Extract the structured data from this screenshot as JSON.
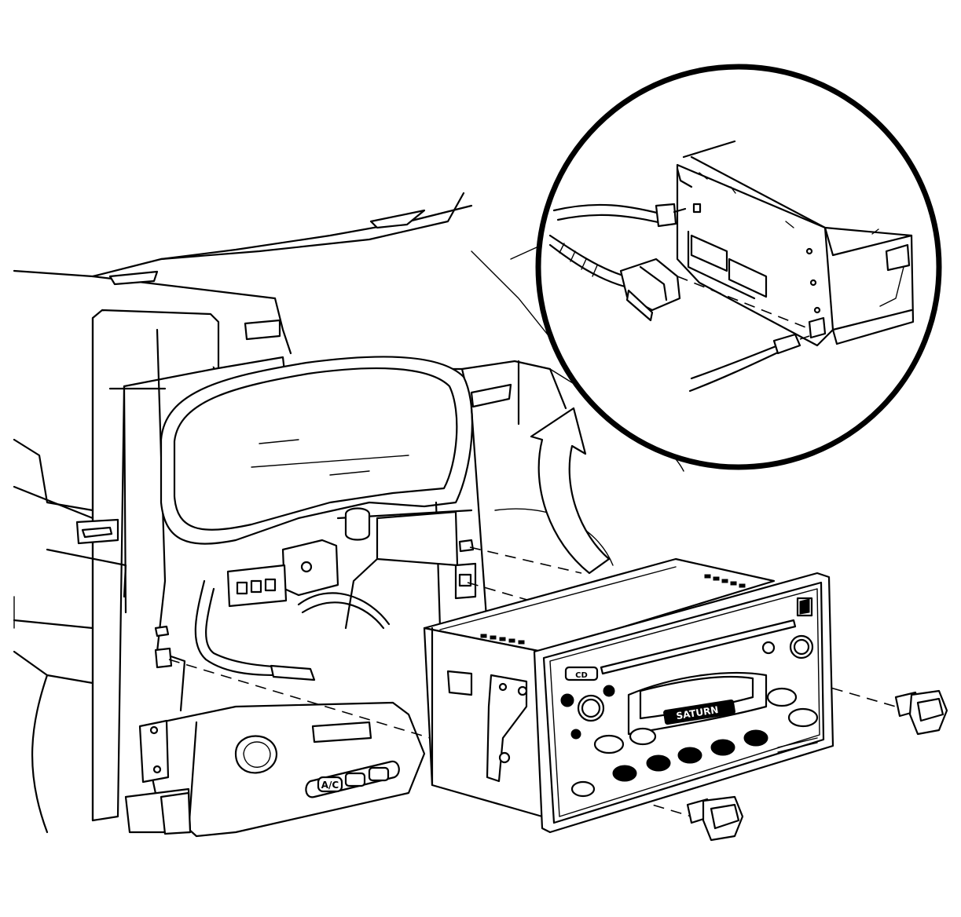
{
  "diagram": {
    "radio_display_text": "SATURN",
    "ac_button_text": "A/C",
    "source_label": "CD",
    "colors": {
      "line": "#000000",
      "background": "#ffffff"
    }
  }
}
